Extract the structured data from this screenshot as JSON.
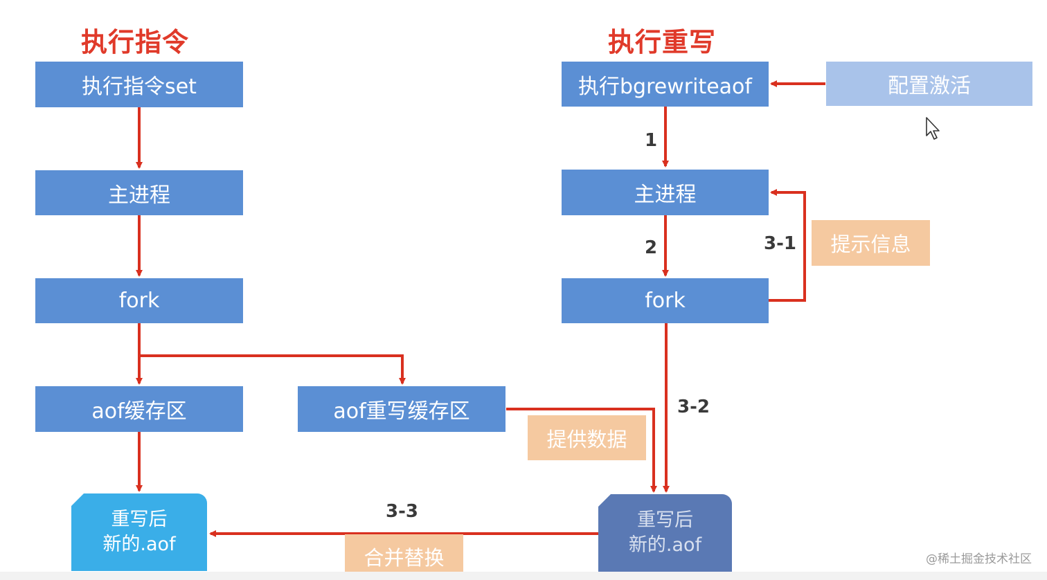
{
  "titles": {
    "left": "执行指令",
    "right": "执行重写"
  },
  "left": {
    "set": "执行指令set",
    "main": "主进程",
    "fork": "fork",
    "aof_buffer": "aof缓存区",
    "rewrite_buffer": "aof重写缓存区",
    "new_file_line1": "重写后",
    "new_file_line2": "新的.aof"
  },
  "right": {
    "bgrewrite": "执行bgrewriteaof",
    "config": "配置激活",
    "main": "主进程",
    "fork": "fork",
    "new_file_line1": "重写后",
    "new_file_line2": "新的.aof"
  },
  "notes": {
    "prompt_info": "提示信息",
    "provide_data": "提供数据",
    "merge_replace": "合并替换"
  },
  "step_labels": {
    "s1": "1",
    "s2": "2",
    "s3_1": "3-1",
    "s3_2": "3-2",
    "s3_3": "3-3"
  },
  "watermark": "@稀土掘金技术社区",
  "colors": {
    "title_red": "#e03a2a",
    "box_blue": "#5b8fd4",
    "box_light_blue": "#a9c3ea",
    "note_orange": "#f5c9a0",
    "file_cyan": "#3aaee8",
    "file_navy": "#5a79b4",
    "arrow_red": "#d9301f"
  }
}
